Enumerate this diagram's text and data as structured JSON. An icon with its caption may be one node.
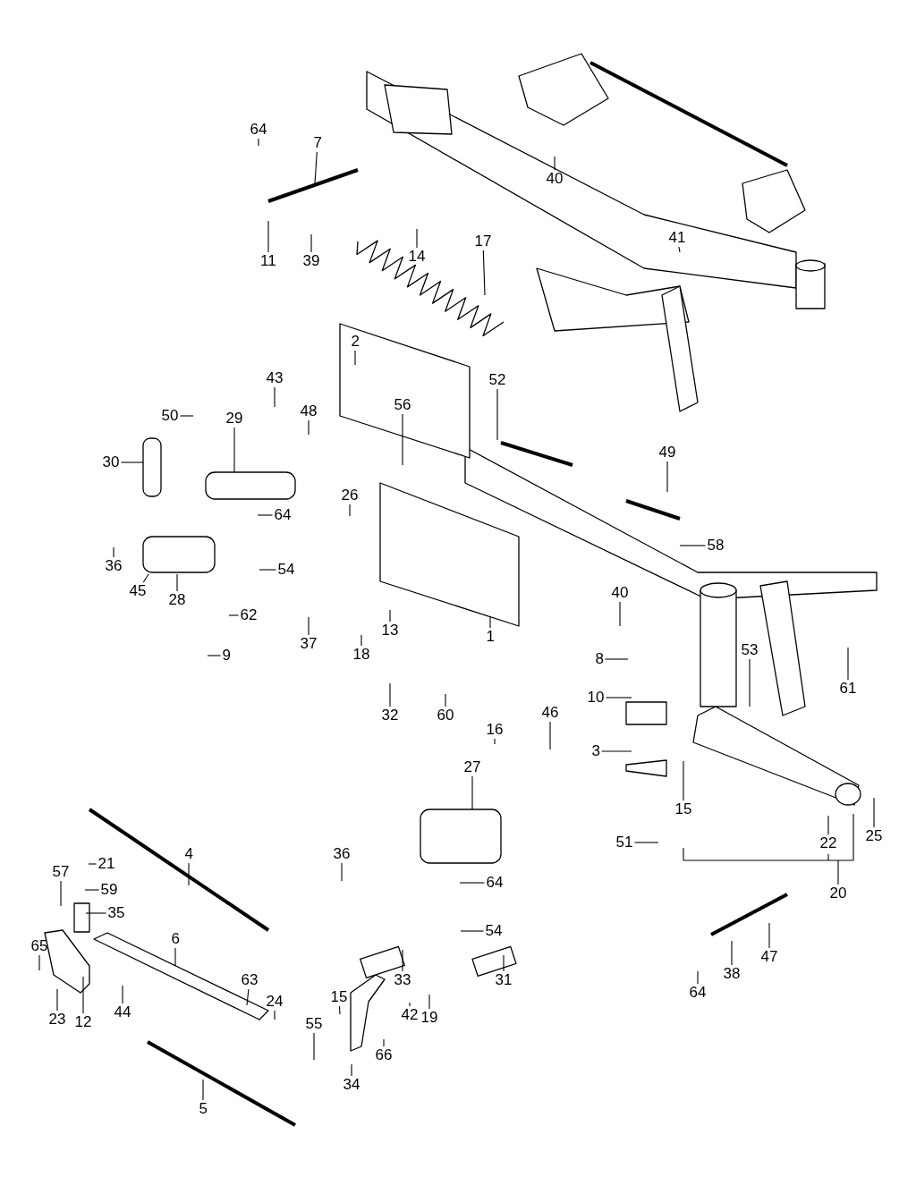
{
  "diagram": {
    "nodes": [
      {
        "text": [
          "64"
        ]
      },
      {
        "text": [
          "7"
        ]
      },
      {
        "text": [
          "40"
        ]
      },
      {
        "text": [
          "41"
        ]
      },
      {
        "text": [
          "11"
        ]
      },
      {
        "text": [
          "39"
        ]
      },
      {
        "text": [
          "14"
        ]
      },
      {
        "text": [
          "17"
        ]
      },
      {
        "text": [
          "2"
        ]
      },
      {
        "text": [
          "52"
        ]
      },
      {
        "text": [
          "43"
        ]
      },
      {
        "text": [
          "48"
        ]
      },
      {
        "text": [
          "56"
        ]
      },
      {
        "text": [
          "50"
        ]
      },
      {
        "text": [
          "29"
        ]
      },
      {
        "text": [
          "49"
        ]
      },
      {
        "text": [
          "30"
        ]
      },
      {
        "text": [
          "26"
        ]
      },
      {
        "text": [
          "64"
        ]
      },
      {
        "text": [
          "58"
        ]
      },
      {
        "text": [
          "36"
        ]
      },
      {
        "text": [
          "54"
        ]
      },
      {
        "text": [
          "45"
        ]
      },
      {
        "text": [
          "28"
        ]
      },
      {
        "text": [
          "40"
        ]
      },
      {
        "text": [
          "62"
        ]
      },
      {
        "text": [
          "13"
        ]
      },
      {
        "text": [
          "1"
        ]
      },
      {
        "text": [
          "37"
        ]
      },
      {
        "text": [
          "18"
        ]
      },
      {
        "text": [
          "9"
        ]
      },
      {
        "text": [
          "53"
        ]
      },
      {
        "text": [
          "8"
        ]
      },
      {
        "text": [
          "61"
        ]
      },
      {
        "text": [
          "10"
        ]
      },
      {
        "text": [
          "32"
        ]
      },
      {
        "text": [
          "60"
        ]
      },
      {
        "text": [
          "46"
        ]
      },
      {
        "text": [
          "16"
        ]
      },
      {
        "text": [
          "3"
        ]
      },
      {
        "text": [
          "27"
        ]
      },
      {
        "text": [
          "15"
        ]
      },
      {
        "text": [
          "25"
        ]
      },
      {
        "text": [
          "22"
        ]
      },
      {
        "text": [
          "51"
        ]
      },
      {
        "text": [
          "4"
        ]
      },
      {
        "text": [
          "36"
        ]
      },
      {
        "text": [
          "21"
        ]
      },
      {
        "text": [
          "57"
        ]
      },
      {
        "text": [
          "64"
        ]
      },
      {
        "text": [
          "59"
        ]
      },
      {
        "text": [
          "20"
        ]
      },
      {
        "text": [
          "35"
        ]
      },
      {
        "text": [
          "54"
        ]
      },
      {
        "text": [
          "6"
        ]
      },
      {
        "text": [
          "65"
        ]
      },
      {
        "text": [
          "47"
        ]
      },
      {
        "text": [
          "38"
        ]
      },
      {
        "text": [
          "63"
        ]
      },
      {
        "text": [
          "33"
        ]
      },
      {
        "text": [
          "31"
        ]
      },
      {
        "text": [
          "64"
        ]
      },
      {
        "text": [
          "24"
        ]
      },
      {
        "text": [
          "15"
        ]
      },
      {
        "text": [
          "44"
        ]
      },
      {
        "text": [
          "23"
        ]
      },
      {
        "text": [
          "12"
        ]
      },
      {
        "text": [
          "55"
        ]
      },
      {
        "text": [
          "19"
        ]
      },
      {
        "text": [
          "42"
        ]
      },
      {
        "text": [
          "66"
        ]
      },
      {
        "text": [
          "34"
        ]
      },
      {
        "text": [
          "5"
        ]
      }
    ],
    "edges": [
      {
        "from": 0,
        "to": null,
        "arrow": "none"
      },
      {
        "from": 1,
        "to": null,
        "arrow": "none"
      },
      {
        "from": 2,
        "to": null,
        "arrow": "none"
      },
      {
        "from": 3,
        "to": null,
        "arrow": "none"
      },
      {
        "from": 4,
        "to": null,
        "arrow": "none"
      },
      {
        "from": 5,
        "to": null,
        "arrow": "none"
      },
      {
        "from": 6,
        "to": null,
        "arrow": "none"
      },
      {
        "from": 7,
        "to": null,
        "arrow": "none"
      },
      {
        "from": 8,
        "to": null,
        "arrow": "none"
      },
      {
        "from": 9,
        "to": null,
        "arrow": "none"
      },
      {
        "from": 10,
        "to": null,
        "arrow": "none"
      },
      {
        "from": 11,
        "to": null,
        "arrow": "none"
      },
      {
        "from": 12,
        "to": null,
        "arrow": "none"
      },
      {
        "from": 13,
        "to": null,
        "arrow": "none"
      },
      {
        "from": 14,
        "to": null,
        "arrow": "none"
      },
      {
        "from": 15,
        "to": null,
        "arrow": "none"
      },
      {
        "from": 16,
        "to": null,
        "arrow": "none"
      },
      {
        "from": 17,
        "to": null,
        "arrow": "none"
      },
      {
        "from": 18,
        "to": null,
        "arrow": "none"
      },
      {
        "from": 19,
        "to": null,
        "arrow": "none"
      },
      {
        "from": 20,
        "to": null,
        "arrow": "none"
      },
      {
        "from": 21,
        "to": null,
        "arrow": "none"
      },
      {
        "from": 22,
        "to": null,
        "arrow": "none"
      },
      {
        "from": 23,
        "to": null,
        "arrow": "none"
      },
      {
        "from": 24,
        "to": null,
        "arrow": "none"
      },
      {
        "from": 25,
        "to": null,
        "arrow": "none"
      },
      {
        "from": 26,
        "to": null,
        "arrow": "none"
      },
      {
        "from": 27,
        "to": null,
        "arrow": "none"
      },
      {
        "from": 28,
        "to": null,
        "arrow": "none"
      },
      {
        "from": 29,
        "to": null,
        "arrow": "none"
      },
      {
        "from": 30,
        "to": null,
        "arrow": "none"
      },
      {
        "from": 31,
        "to": null,
        "arrow": "none"
      },
      {
        "from": 32,
        "to": null,
        "arrow": "none"
      },
      {
        "from": 33,
        "to": null,
        "arrow": "none"
      },
      {
        "from": 34,
        "to": null,
        "arrow": "none"
      },
      {
        "from": 35,
        "to": null,
        "arrow": "none"
      },
      {
        "from": 36,
        "to": null,
        "arrow": "none"
      },
      {
        "from": 37,
        "to": null,
        "arrow": "none"
      },
      {
        "from": 38,
        "to": null,
        "arrow": "none"
      },
      {
        "from": 39,
        "to": null,
        "arrow": "none"
      },
      {
        "from": 40,
        "to": null,
        "arrow": "none"
      },
      {
        "from": 41,
        "to": null,
        "arrow": "none"
      },
      {
        "from": 42,
        "to": null,
        "arrow": "none"
      },
      {
        "from": 43,
        "to": null,
        "arrow": "none"
      },
      {
        "from": 44,
        "to": null,
        "arrow": "none"
      },
      {
        "from": 45,
        "to": null,
        "arrow": "none"
      },
      {
        "from": 46,
        "to": null,
        "arrow": "none"
      },
      {
        "from": 47,
        "to": null,
        "arrow": "none"
      },
      {
        "from": 48,
        "to": null,
        "arrow": "none"
      },
      {
        "from": 49,
        "to": null,
        "arrow": "none"
      },
      {
        "from": 50,
        "to": null,
        "arrow": "none"
      },
      {
        "from": 51,
        "to": null,
        "arrow": "none"
      },
      {
        "from": 52,
        "to": null,
        "arrow": "none"
      },
      {
        "from": 53,
        "to": null,
        "arrow": "none"
      },
      {
        "from": 54,
        "to": null,
        "arrow": "none"
      },
      {
        "from": 55,
        "to": null,
        "arrow": "none"
      },
      {
        "from": 56,
        "to": null,
        "arrow": "none"
      },
      {
        "from": 57,
        "to": null,
        "arrow": "none"
      },
      {
        "from": 58,
        "to": null,
        "arrow": "none"
      },
      {
        "from": 59,
        "to": null,
        "arrow": "none"
      },
      {
        "from": 60,
        "to": null,
        "arrow": "none"
      },
      {
        "from": 61,
        "to": null,
        "arrow": "none"
      },
      {
        "from": 62,
        "to": null,
        "arrow": "none"
      },
      {
        "from": 63,
        "to": null,
        "arrow": "none"
      },
      {
        "from": 64,
        "to": null,
        "arrow": "none"
      },
      {
        "from": 65,
        "to": null,
        "arrow": "none"
      },
      {
        "from": 66,
        "to": null,
        "arrow": "none"
      },
      {
        "from": 67,
        "to": null,
        "arrow": "none"
      },
      {
        "from": 68,
        "to": null,
        "arrow": "none"
      },
      {
        "from": 69,
        "to": null,
        "arrow": "none"
      },
      {
        "from": 70,
        "to": null,
        "arrow": "none"
      },
      {
        "from": 71,
        "to": null,
        "arrow": "none"
      },
      {
        "from": 72,
        "to": null,
        "arrow": "none"
      }
    ]
  }
}
